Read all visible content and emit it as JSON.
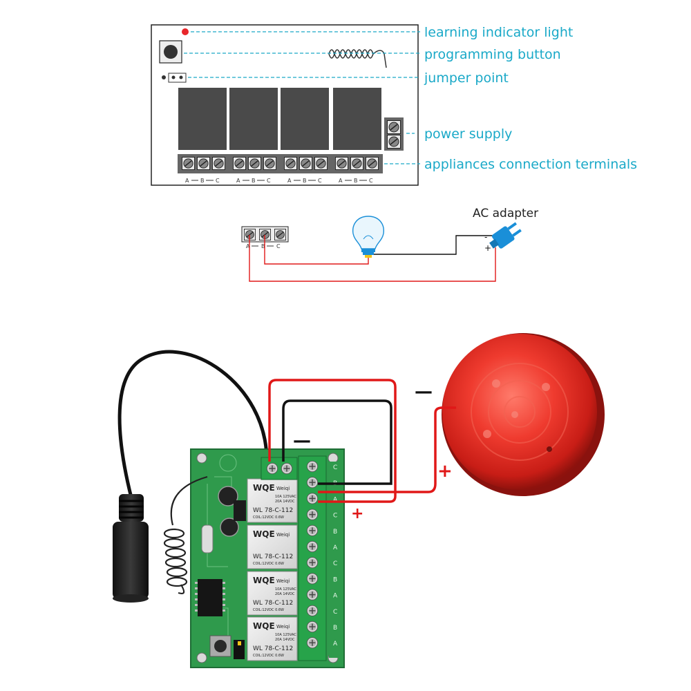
{
  "diagram": {
    "labels": {
      "learning_indicator": "learning indicator light",
      "programming_button": "programming button",
      "jumper_point": "jumper point",
      "power_supply": "power supply",
      "appliance_terminals": "appliances connection terminals"
    },
    "terminal_group_letters": [
      "A",
      "B",
      "C"
    ],
    "wiring": {
      "terminal_letters": [
        "A",
        "B",
        "C"
      ],
      "ac_adapter_label": "AC adapter",
      "adapter_plus": "+",
      "adapter_minus": "-"
    }
  },
  "photo": {
    "minus_sign": "—",
    "plus_sign": "+",
    "relay_brand": "WQE",
    "relay_sub": "Weiqi",
    "relay_model": "WL 78-C-112",
    "relay_coil": "COIL:12VDC  0.6W",
    "relay_rating_1": "10A 125VAC",
    "relay_rating_2": "20A 14VDC",
    "strip_letters": [
      "C",
      "B",
      "A",
      "C",
      "B",
      "A",
      "C",
      "B",
      "A",
      "C",
      "B",
      "A"
    ]
  },
  "colors": {
    "label_cyan": "#1aa9c8",
    "indicator_red": "#e8262b",
    "wire_red": "#e01818",
    "wire_black": "#111111",
    "pcb_green": "#2f9a4c",
    "terminal_green": "#27a34a",
    "lamp_red": "#e2332b",
    "plug_blue": "#1a8fd8"
  },
  "icons": [
    "indicator-dot-icon",
    "push-button-icon",
    "coil-antenna-icon",
    "jumper-icon",
    "relay-icon",
    "screw-terminal-icon",
    "light-bulb-icon",
    "plug-icon",
    "dc-jack-icon",
    "strobe-lamp-icon"
  ]
}
